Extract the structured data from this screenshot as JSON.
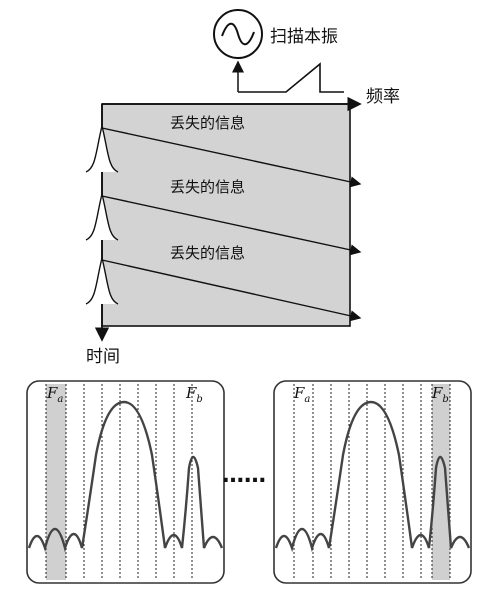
{
  "diagram": {
    "oscillator_label": "扫描本振",
    "axis_frequency": "频率",
    "axis_time": "时间",
    "lost_info": [
      "丢失的信息",
      "丢失的信息",
      "丢失的信息"
    ],
    "ellipsis": "……",
    "panels": [
      {
        "label_a": "F",
        "sub_a": "a",
        "label_b": "F",
        "sub_b": "b",
        "highlight": "a"
      },
      {
        "label_a": "F",
        "sub_a": "a",
        "label_b": "F",
        "sub_b": "b",
        "highlight": "b"
      }
    ]
  },
  "colors": {
    "line": "#111111",
    "sweep_area": "#d3d3d3",
    "highlight": "#d0d0d0",
    "frame": "#333333"
  }
}
